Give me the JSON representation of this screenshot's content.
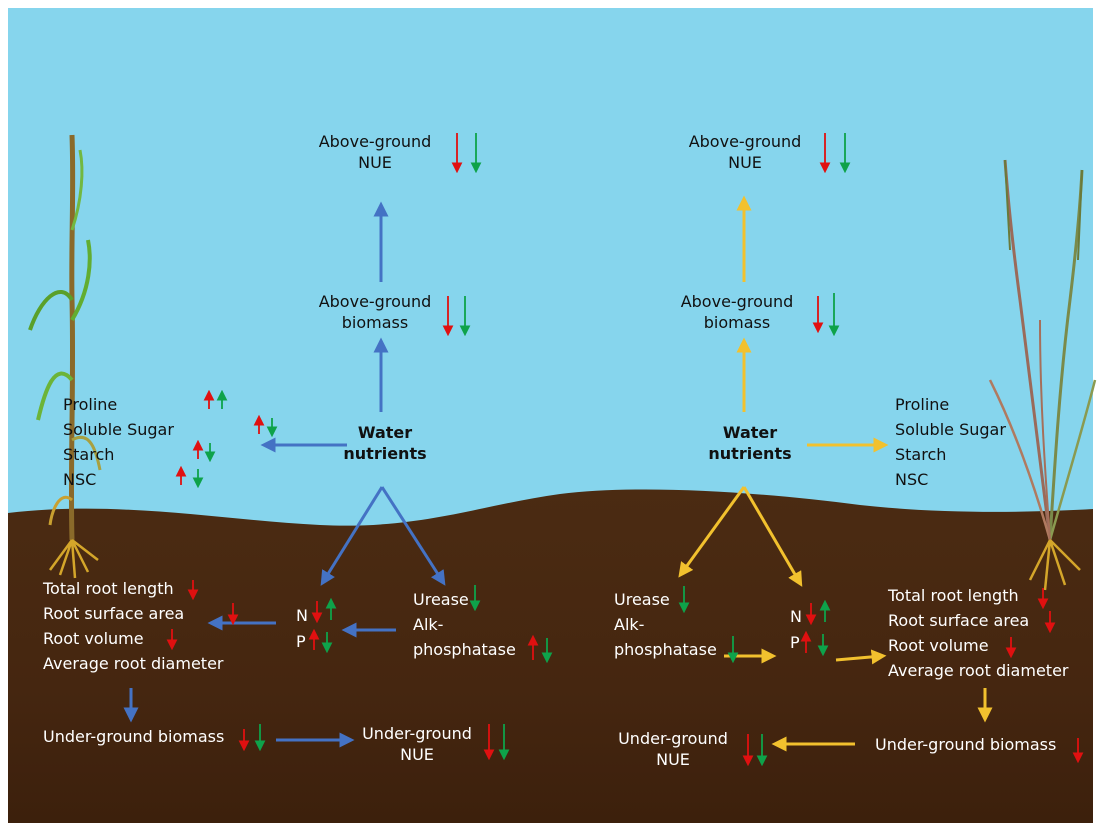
{
  "colors": {
    "sky": "#86d5ed",
    "soil": "#4a2a10",
    "blue_arrow": "#4472c4",
    "yellow_arrow": "#f2c12e",
    "up_green": "#0ea24a",
    "down_red": "#e01010"
  },
  "left": {
    "above_nue": [
      "Above-ground",
      "NUE"
    ],
    "above_biomass": [
      "Above-ground",
      "biomass"
    ],
    "water_nutrients": [
      "Water",
      "nutrients"
    ],
    "osmo": [
      "Proline",
      "Soluble Sugar",
      "Starch",
      "NSC"
    ],
    "np": [
      "N",
      "P"
    ],
    "enzymes": [
      "Urease",
      "Alk-",
      "phosphatase"
    ],
    "roots": [
      "Total root length",
      "Root surface area",
      "Root volume",
      "Average root diameter"
    ],
    "under_biomass": "Under-ground biomass",
    "under_nue": [
      "Under-ground",
      "NUE"
    ]
  },
  "right": {
    "above_nue": [
      "Above-ground",
      "NUE"
    ],
    "above_biomass": [
      "Above-ground",
      "biomass"
    ],
    "water_nutrients": [
      "Water",
      "nutrients"
    ],
    "osmo": [
      "Proline",
      "Soluble Sugar",
      "Starch",
      "NSC"
    ],
    "np": [
      "N",
      "P"
    ],
    "enzymes": [
      "Urease",
      "Alk-",
      "phosphatase"
    ],
    "roots": [
      "Total root length",
      "Root surface area",
      "Root volume",
      "Average root diameter"
    ],
    "under_biomass": "Under-ground biomass",
    "under_nue": [
      "Under-ground",
      "NUE"
    ]
  }
}
